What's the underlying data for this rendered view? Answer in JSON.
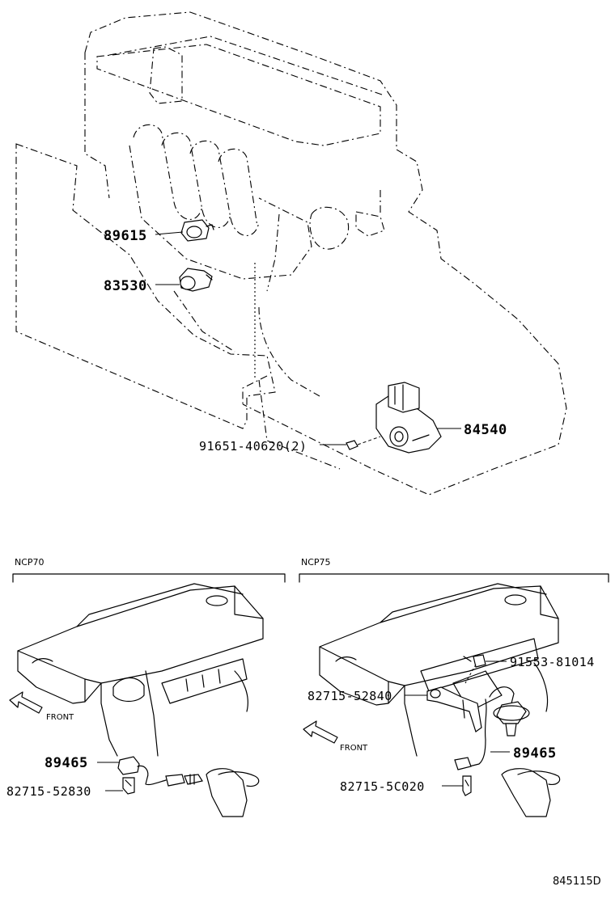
{
  "parts": {
    "p89615": "89615",
    "p83530": "83530",
    "p84540": "84540",
    "p91651": "91651-40620(2)",
    "ncp70_89465": "89465",
    "ncp70_82715": "82715-52830",
    "ncp75_91553": "91553-81014",
    "ncp75_82715a": "82715-52840",
    "ncp75_89465": "89465",
    "ncp75_82715b": "82715-5C020"
  },
  "variants": {
    "left": "NCP70",
    "right": "NCP75"
  },
  "front_left": "FRONT",
  "front_right": "FRONT",
  "figure_id": "845115D"
}
